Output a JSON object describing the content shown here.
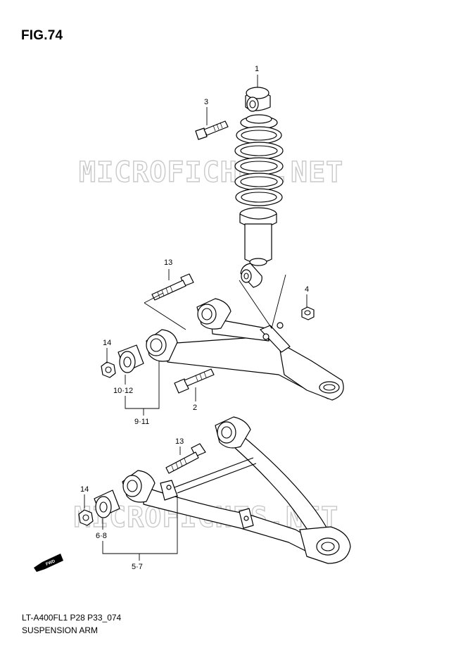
{
  "figure": {
    "title": "FIG.74"
  },
  "footer": {
    "code": "LT-A400FL1 P28 P33_074",
    "name": "SUSPENSION ARM"
  },
  "watermark": {
    "text": "MICROFICHES.NET"
  },
  "fwd_badge": {
    "text": "FWD"
  },
  "callouts": {
    "c1": "1",
    "c2": "2",
    "c3": "3",
    "c4": "4",
    "c13_upper": "13",
    "c14_upper": "14",
    "c10_12": "10·12",
    "c9_11": "9·11",
    "c13_lower": "13",
    "c14_lower": "14",
    "c6_8": "6·8",
    "c5_7": "5·7"
  }
}
